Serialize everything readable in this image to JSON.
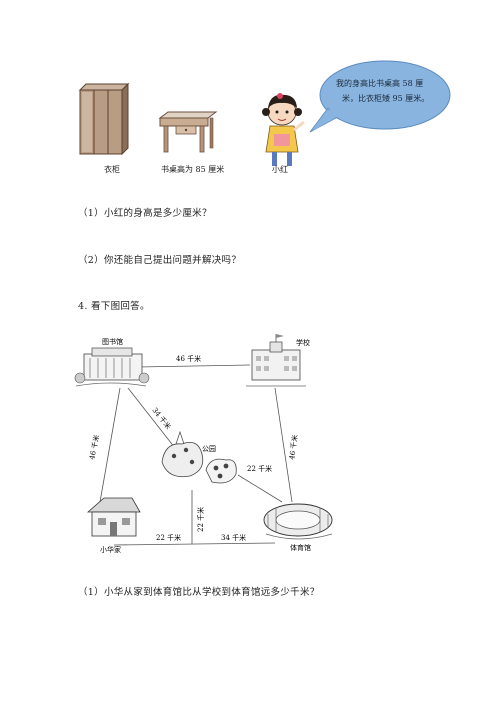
{
  "top_figure": {
    "wardrobe_label": "衣柜",
    "desk_label": "书桌高为 85 厘米",
    "girl_label": "小红",
    "speech_line1": "我的身高比书桌高 58 厘",
    "speech_line2": "米，比衣柜矮 95 厘米。"
  },
  "questions": {
    "q1": "（1）小红的身高是多少厘米？",
    "q2": "（2）你还能自己提出问题并解决吗？",
    "section4_title": "4. 看下图回答。",
    "q4_1": "（1）小华从家到体育馆比从学校到体育馆远多少千米？"
  },
  "map": {
    "library": "图书馆",
    "school": "学校",
    "park": "公园",
    "home": "小华家",
    "stadium": "体育馆",
    "d_library_school": "46 千米",
    "d_library_park": "34 千米",
    "d_library_home": "46 千米",
    "d_school_stadium": "46 千米",
    "d_park_stadium": "22 千米",
    "d_park_junction": "22 千米",
    "d_home_junction": "22 千米",
    "d_junction_stadium": "34 千米"
  }
}
